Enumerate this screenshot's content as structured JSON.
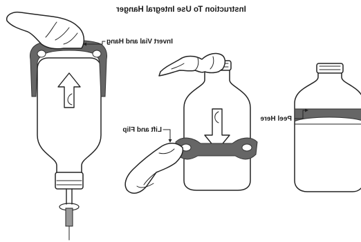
{
  "title": "Instruction To Use Integral Hanger",
  "labels": {
    "invert": "Invert Vial and Hang",
    "lift": "Lift and Flip",
    "peel": "Peel Here"
  },
  "colors": {
    "band": "#666666",
    "ink": "#222222",
    "background": "#ffffff"
  }
}
